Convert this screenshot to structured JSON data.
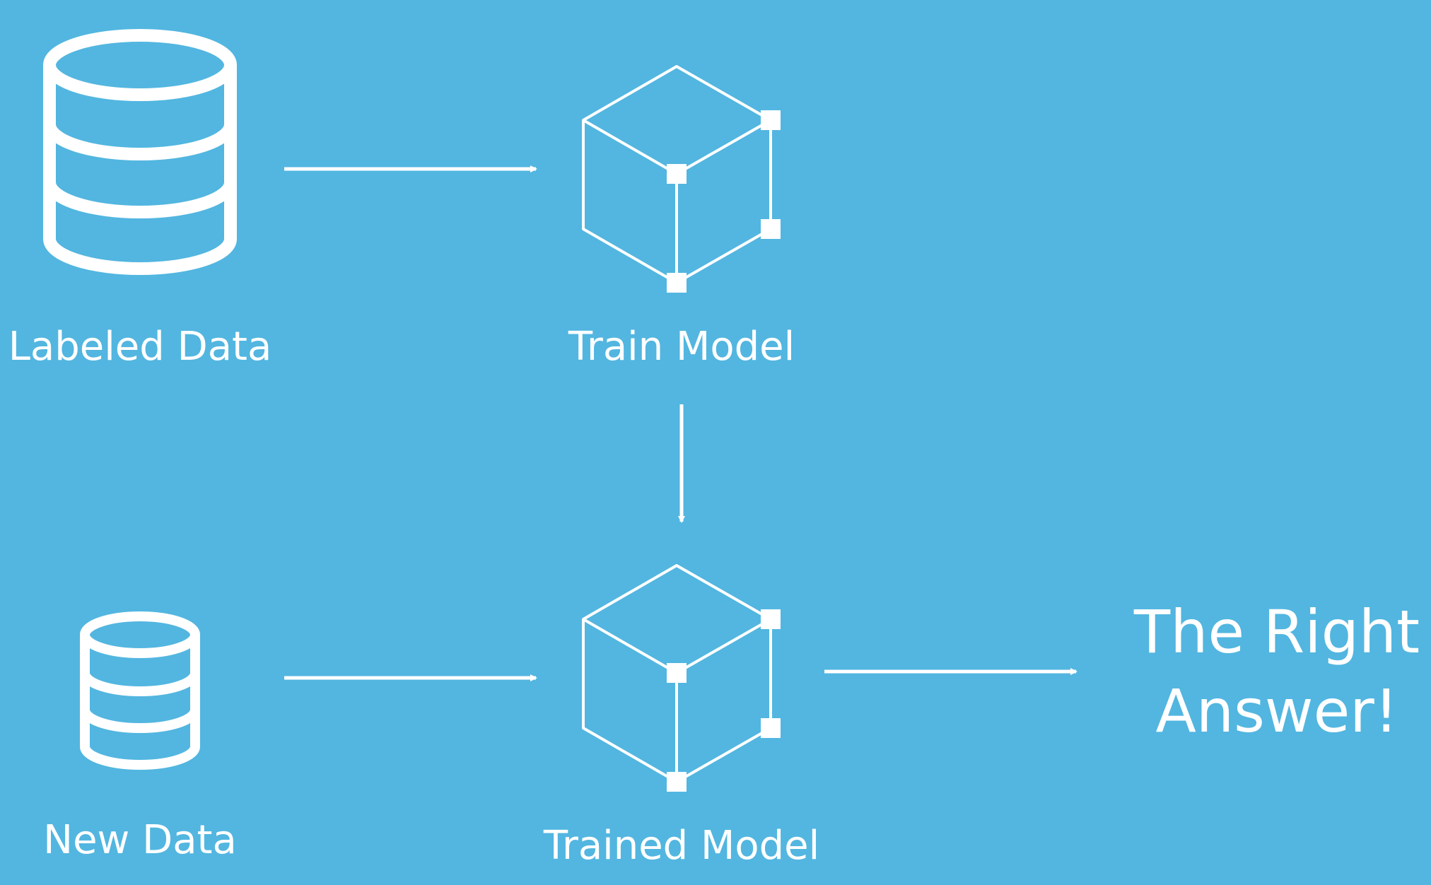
{
  "colors": {
    "background": "#52b6e0",
    "foreground": "#ffffff"
  },
  "nodes": {
    "labeled_data": {
      "label": "Labeled Data",
      "icon": "database-icon"
    },
    "train_model": {
      "label": "Train Model",
      "icon": "cube-icon"
    },
    "new_data": {
      "label": "New Data",
      "icon": "database-icon"
    },
    "trained_model": {
      "label": "Trained Model",
      "icon": "cube-icon"
    },
    "result": {
      "line1": "The Right",
      "line2": "Answer!"
    }
  },
  "edges": [
    {
      "from": "labeled_data",
      "to": "train_model"
    },
    {
      "from": "train_model",
      "to": "trained_model"
    },
    {
      "from": "new_data",
      "to": "trained_model"
    },
    {
      "from": "trained_model",
      "to": "result"
    }
  ]
}
